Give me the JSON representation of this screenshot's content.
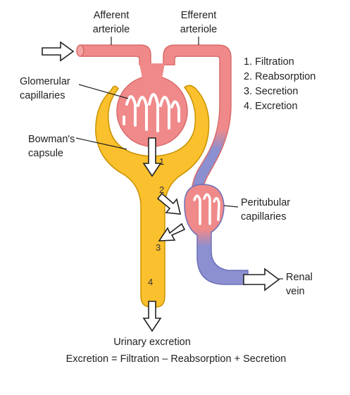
{
  "labels": {
    "afferent_l1": "Afferent",
    "afferent_l2": "arteriole",
    "efferent_l1": "Efferent",
    "efferent_l2": "arteriole",
    "glomerular_l1": "Glomerular",
    "glomerular_l2": "capillaries",
    "bowman_l1": "Bowman's",
    "bowman_l2": "capsule",
    "peritubular_l1": "Peritubular",
    "peritubular_l2": "capillaries",
    "renal_l1": "Renal",
    "renal_l2": "vein",
    "urinary": "Urinary excretion",
    "equation": "Excretion = Filtration – Reabsorption + Secretion"
  },
  "legend": [
    "1. Filtration",
    "2. Reabsorption",
    "3. Secretion",
    "4. Excretion"
  ],
  "step_numbers": [
    "1",
    "2",
    "3",
    "4"
  ],
  "colors": {
    "arterial": "#f08a8a",
    "arterial_stroke": "#d96a6a",
    "venous": "#8c8fd0",
    "venous_stroke": "#6c70b8",
    "tubule": "#fbc02d",
    "tubule_stroke": "#c99200",
    "text": "#222222"
  }
}
